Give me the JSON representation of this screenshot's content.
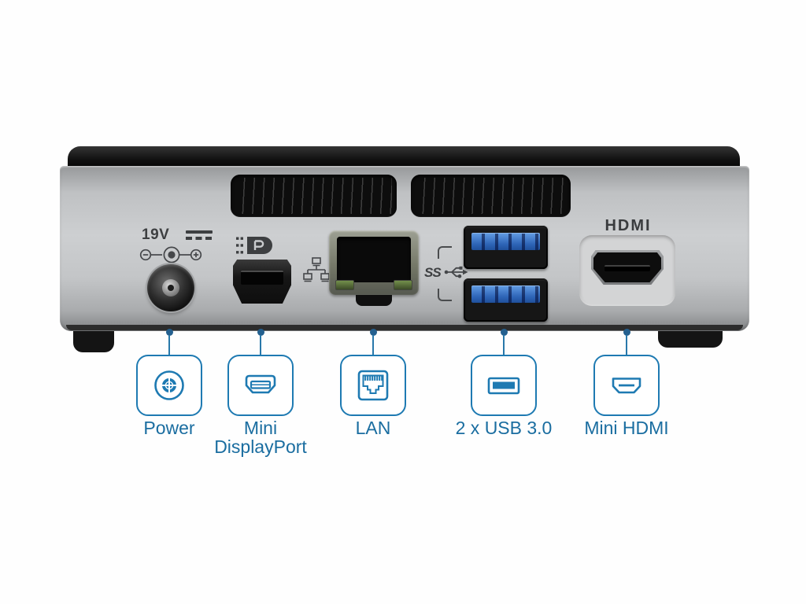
{
  "image": {
    "title": "Mini PC rear panel port diagram",
    "background": "#ffffff"
  },
  "panel": {
    "markings": {
      "power_voltage": "19V",
      "dc_symbol_icon": "dc-power-icon",
      "polarity_icon": "polarity-icon",
      "displayport_logo_icon": "displayport-logo-icon",
      "ethernet_icon": "ethernet-tree-icon",
      "usb3_marking": "SS",
      "usb_trident_icon": "usb-trident-icon",
      "hdmi_marking": "HDMI"
    },
    "ports": [
      "power-jack",
      "mini-displayport",
      "lan-rj45",
      "usb3-a-top",
      "usb3-a-bottom",
      "mini-hdmi"
    ],
    "lan_led_count": 2,
    "vent_count": 2
  },
  "callouts": {
    "items": [
      {
        "label": "Power",
        "icon": "power-connector-icon"
      },
      {
        "label": "Mini DisplayPort",
        "icon": "mini-displayport-icon"
      },
      {
        "label": "LAN",
        "icon": "lan-rj45-icon"
      },
      {
        "label": "2 x USB 3.0",
        "icon": "usb-connector-icon"
      },
      {
        "label": "Mini HDMI",
        "icon": "hdmi-connector-icon"
      }
    ]
  },
  "colors": {
    "callout_accent": "#1e7ab2",
    "callout_label": "#1a6da0",
    "leader_line": "#2878aa",
    "leader_dot": "#24608f",
    "chassis_silver": "#c3c5c7",
    "lid_black": "#101010",
    "usb_tongue_blue": "#2d64b6",
    "lan_led_green": "#5c7440",
    "marking_gray": "#3d3f41"
  }
}
